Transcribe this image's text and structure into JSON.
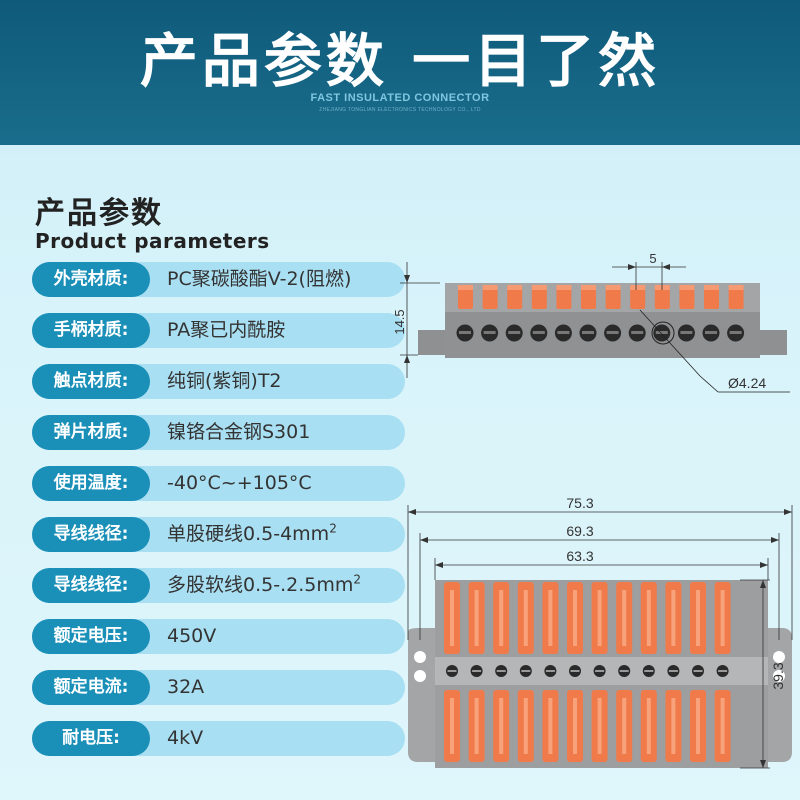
{
  "header": {
    "title": "产品参数 一目了然",
    "subtitle": "FAST INSULATED CONNECTOR",
    "subtitle_small": "ZHEJIANG TONGLIAN  ELECTRONICS TECHNOLOGY CO., LTD"
  },
  "section": {
    "title_cn": "产品参数",
    "title_en": "Product parameters"
  },
  "params": [
    {
      "label": "外壳材质:",
      "value": "PC聚碳酸酯V-2(阻燃)"
    },
    {
      "label": "手柄材质:",
      "value": "PA聚已内酰胺"
    },
    {
      "label": "触点材质:",
      "value": "纯铜(紫铜)T2"
    },
    {
      "label": "弹片材质:",
      "value": "镍铬合金钢S301"
    },
    {
      "label": "使用温度:",
      "value": "-40°C~+105°C"
    },
    {
      "label": "导线线径:",
      "value": "单股硬线0.5-4mm",
      "sup": "2"
    },
    {
      "label": "导线线径:",
      "value": "多股软线0.5-.2.5mm",
      "sup": "2"
    },
    {
      "label": "额定电压:",
      "value": "450V"
    },
    {
      "label": "额定电流:",
      "value": "32A"
    },
    {
      "label": "耐电压:",
      "value": "4kV"
    }
  ],
  "dimensions": {
    "side_pitch": "5",
    "side_height": "14.5",
    "hole_diameter": "Ø4.24",
    "width_total": "75.3",
    "width_mid": "69.3",
    "width_inner": "63.3",
    "depth": "39.3"
  },
  "colors": {
    "header_bg": "#0f5a7a",
    "label_bg": "#1a8fb8",
    "row_bg": "#a9dff2",
    "lever_orange": "#f07a4a",
    "housing_gray": "#9a9c9d"
  }
}
